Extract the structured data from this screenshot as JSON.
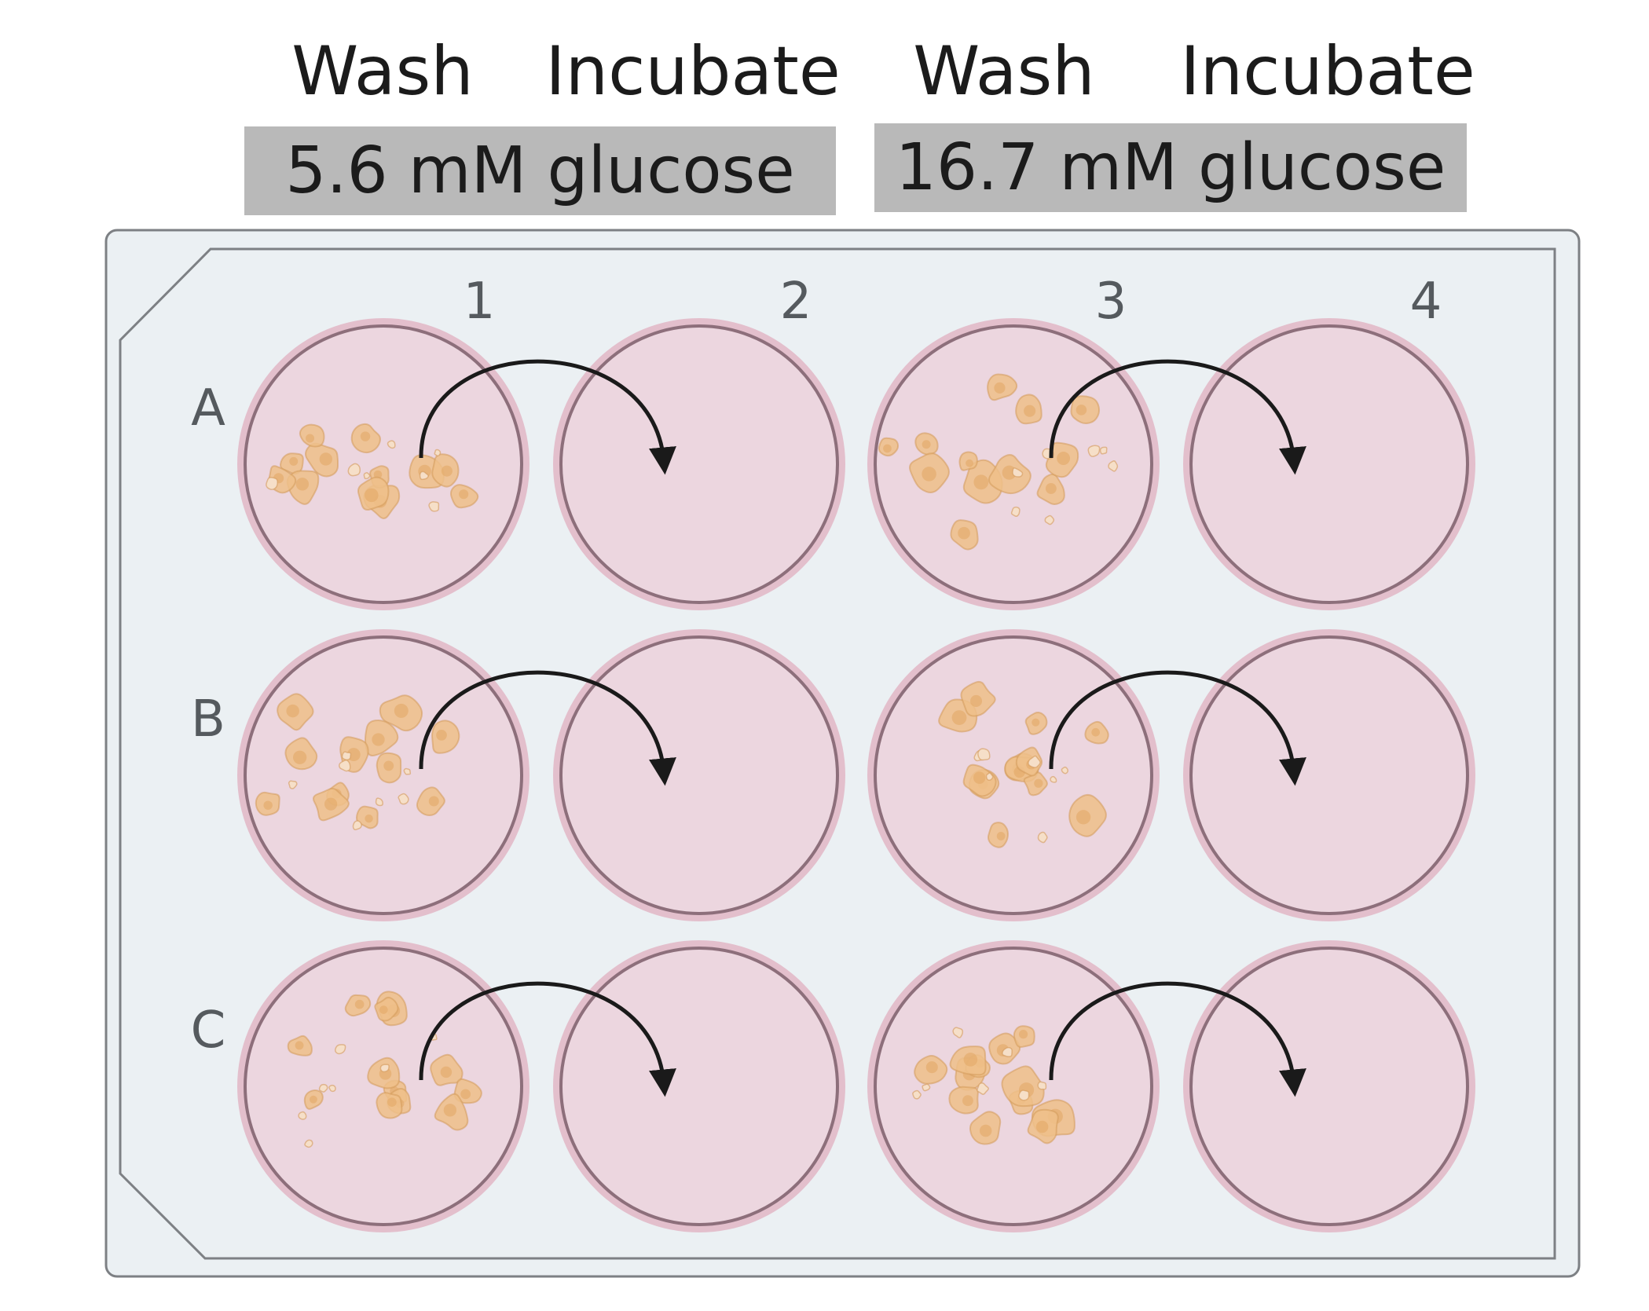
{
  "header": {
    "steps": [
      "Wash",
      "Incubate",
      "Wash",
      "Incubate"
    ],
    "conditions": [
      "5.6 mM glucose",
      "16.7 mM glucose"
    ]
  },
  "plate": {
    "columns": [
      "1",
      "2",
      "3",
      "4"
    ],
    "rows": [
      "A",
      "B",
      "C"
    ],
    "well_contents": [
      [
        "islets",
        "empty",
        "islets",
        "empty"
      ],
      [
        "islets",
        "empty",
        "islets",
        "empty"
      ],
      [
        "islets",
        "empty",
        "islets",
        "empty"
      ]
    ],
    "transfers": [
      {
        "row": "A",
        "from": "1",
        "to": "2"
      },
      {
        "row": "A",
        "from": "3",
        "to": "4"
      },
      {
        "row": "B",
        "from": "1",
        "to": "2"
      },
      {
        "row": "B",
        "from": "3",
        "to": "4"
      },
      {
        "row": "C",
        "from": "1",
        "to": "2"
      },
      {
        "row": "C",
        "from": "3",
        "to": "4"
      }
    ]
  },
  "colors": {
    "condition_box": "#b9b9b9",
    "plate_fill": "#ebf0f3",
    "plate_stroke": "#7d8084",
    "well_rim": "#e3bfcc",
    "well_fill": "#ecd6df",
    "well_stroke": "#8d6f7b",
    "islet_fill": "#eebf8a",
    "islet_stroke": "#d39a5b",
    "arrow": "#1a1a1a"
  }
}
